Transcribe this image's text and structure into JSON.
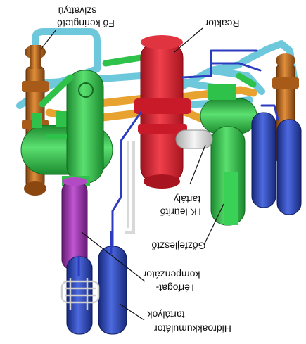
{
  "labels": {
    "pump_line1": "Fő keringtető",
    "pump_line2": "szivattyú",
    "reactor": "Reaktor",
    "coolant_line1": "TK leürítő",
    "coolant_line2": "tartály",
    "steam_generator": "Gőzfejlesztő",
    "pressurizer_line1": "Térfogat-",
    "pressurizer_line2": "kompenzátor",
    "accumulator_line1": "Hidroakkumulátor",
    "accumulator_line2": "tartályok"
  },
  "colors": {
    "reactor": "#d8202e",
    "steam_generator": "#2fc24a",
    "main_pump": "#b8661c",
    "hot_leg": "#e8a230",
    "cold_leg": "#6ec8dc",
    "accumulator": "#2a46b8",
    "pressurizer": "#9a2ca8",
    "drain_tank": "#e8e8e8",
    "small_piping": "#2c3cc0"
  }
}
